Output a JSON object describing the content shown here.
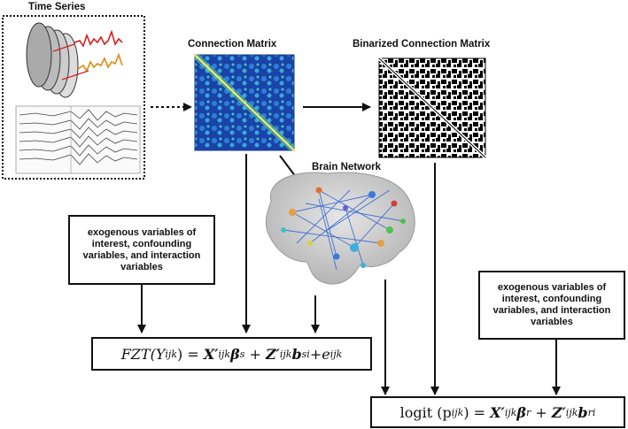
{
  "labels": {
    "time_series": "Time Series",
    "connection_matrix": "Connection Matrix",
    "binarized_matrix": "Binarized Connection Matrix",
    "brain_network": "Brain Network"
  },
  "variable_box_left": {
    "text": "exogenous variables of interest, confounding variables, and interaction variables"
  },
  "variable_box_right": {
    "text": "exogenous variables of interest, confounding variables, and interaction variables"
  },
  "equation_fzt": {
    "lhs": "FZT(Y",
    "lhs_sub": "ijk",
    "rhs_x": "X′",
    "rhs_x_sub": "ijk",
    "beta": "β",
    "beta_sub": "s",
    "plus1": " + ",
    "rhs_z": "Z′",
    "rhs_z_sub": "ijk",
    "b": "b",
    "b_sub": "si",
    "plus2": "+",
    "e": "e",
    "e_sub": "ijk"
  },
  "equation_logit": {
    "lhs": "logit (p",
    "lhs_sub": "ijk",
    "rhs_x": "X′",
    "rhs_x_sub": "ijk",
    "beta": "β",
    "beta_sub": "r",
    "plus1": " + ",
    "rhs_z": "Z′",
    "rhs_z_sub": "ijk",
    "b": "b",
    "b_sub": "ri"
  },
  "colors": {
    "matrix_bg": "#1f4fb0",
    "matrix_diag": "#c8e060",
    "eeg_red": "#d42020",
    "eeg_orange": "#e08a10",
    "brain": "#c9c9c9"
  }
}
